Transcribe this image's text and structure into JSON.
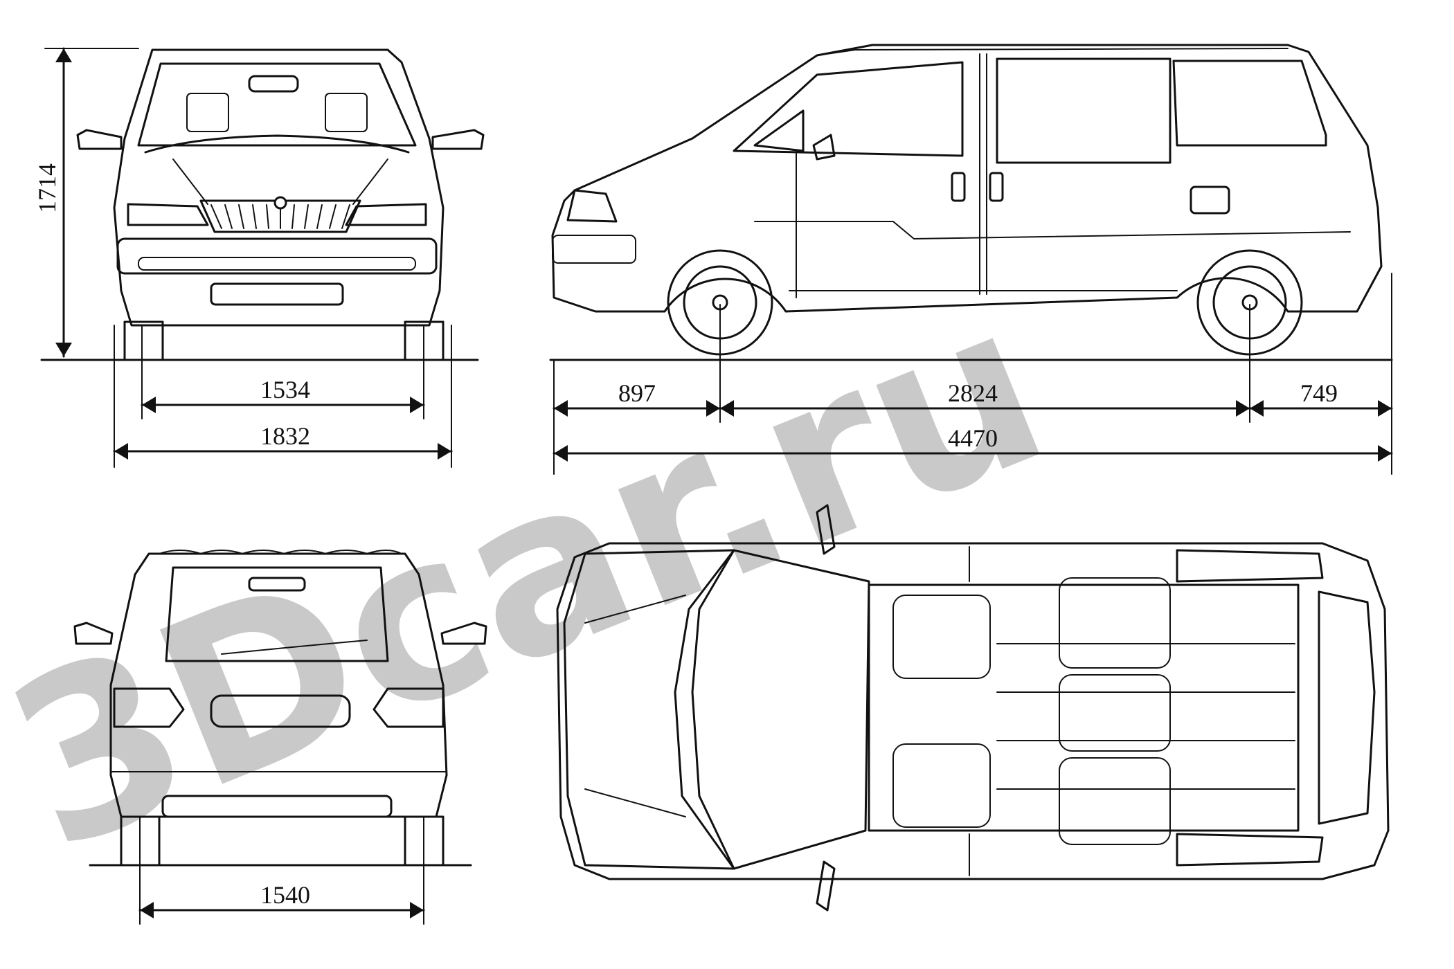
{
  "watermark": "3Dcar.ru",
  "dimensions": {
    "height": "1714",
    "front_track": "1534",
    "overall_width": "1832",
    "front_overhang": "897",
    "wheelbase": "2824",
    "rear_overhang": "749",
    "overall_length": "4470",
    "rear_track": "1540"
  },
  "colors": {
    "line": "#111111",
    "watermark": "#c9c9c9",
    "background": "#ffffff"
  }
}
